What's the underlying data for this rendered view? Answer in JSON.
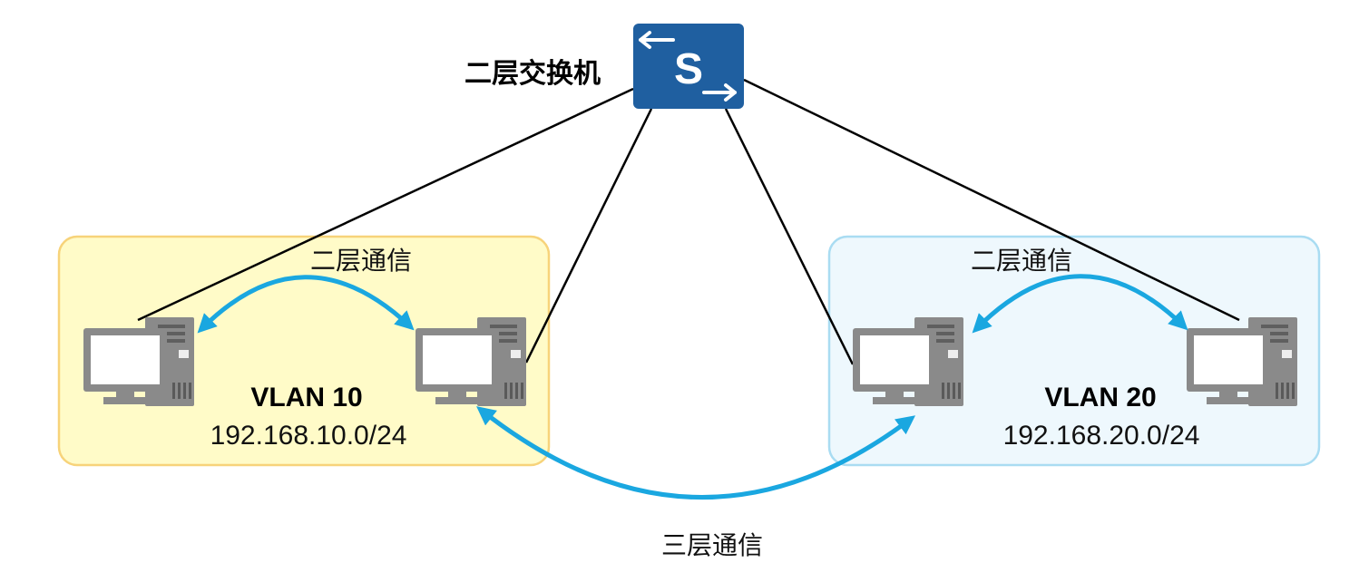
{
  "switch": {
    "label": "二层交换机",
    "glyph": "S",
    "icon": "layer2-switch-icon",
    "color": "#1f5fa0"
  },
  "vlans": [
    {
      "name": "VLAN 10",
      "subnet": "192.168.10.0/24",
      "intra_label": "二层通信",
      "fill": "#fffbc8",
      "border": "#f7d37a"
    },
    {
      "name": "VLAN 20",
      "subnet": "192.168.20.0/24",
      "intra_label": "二层通信",
      "fill": "#eef8fd",
      "border": "#a9dcf2"
    }
  ],
  "inter_label": "三层通信",
  "colors": {
    "link": "#000000",
    "arrow": "#1aa7e0",
    "pc": "#8a8a8a"
  },
  "host_icon": "desktop-pc-icon"
}
